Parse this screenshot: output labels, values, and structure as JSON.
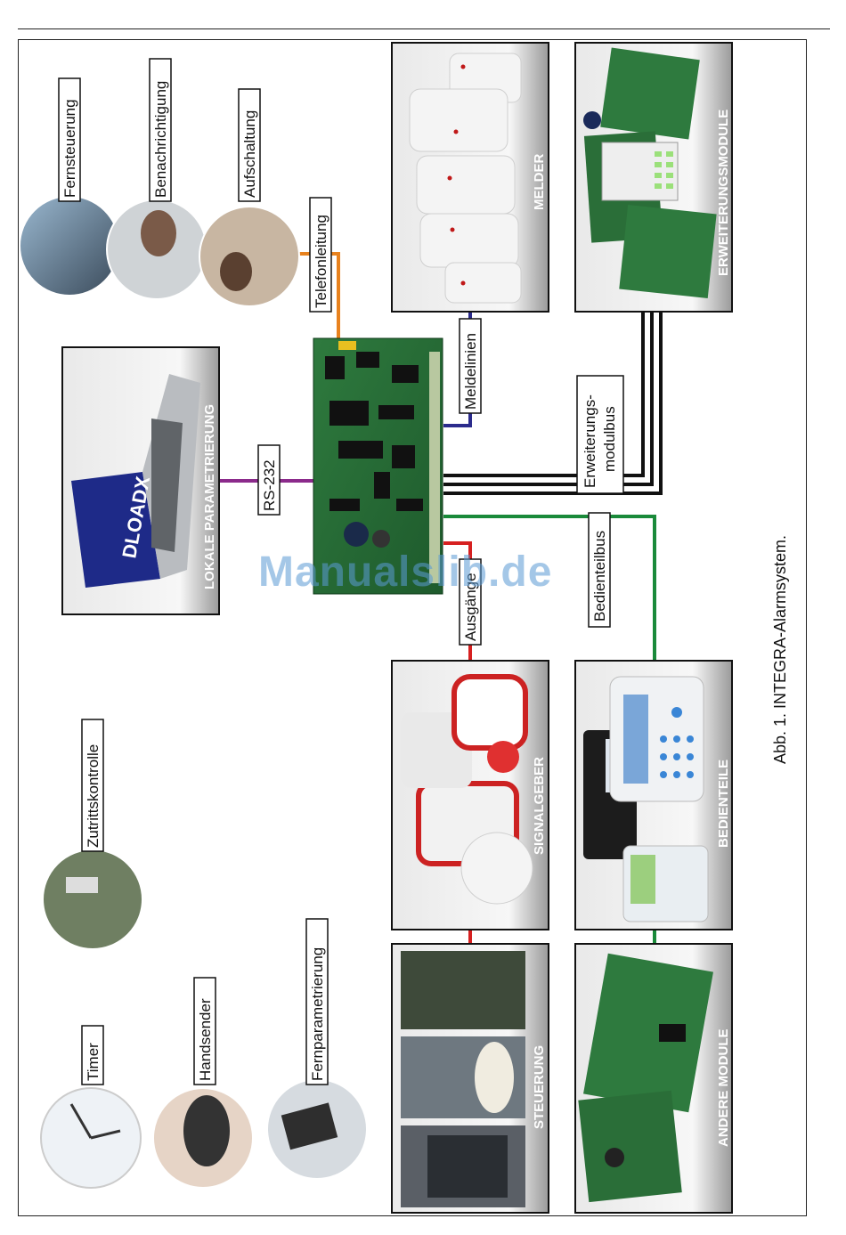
{
  "watermark": "Manualslib.de",
  "caption": "Abb. 1. INTEGRA-Alarmsystem.",
  "panels": {
    "lokale": "LOKALE PARAMETRIERUNG",
    "laptop_logo": "DLOADX",
    "melder": "MELDER",
    "erweiterungsmodule": "ERWEITERUNGSMODULE",
    "signalgeber": "SIGNALGEBER",
    "bedienteile": "BEDIENTEILE",
    "steuerung": "STEUERUNG",
    "andere_module": "ANDERE MODULE"
  },
  "connections": {
    "rs232": "RS-232",
    "telefonleitung": "Telefonleitung",
    "meldelinien": "Meldelinien",
    "erweiterungsbus_1": "Erweiterungs-",
    "erweiterungsbus_2": "modulbus",
    "bedienteilbus": "Bedienteilbus",
    "ausgaenge": "Ausgänge"
  },
  "services": {
    "fernsteuerung": "Fernsteuerung",
    "benachrichtigung": "Benachrichtigung",
    "aufschaltung": "Aufschaltung",
    "zutrittskontrolle": "Zutrittskontrolle",
    "timer": "Timer",
    "handsender": "Handsender",
    "fernparametrierung": "Fernparametrierung"
  },
  "colors": {
    "rs232": "#8b2a8b",
    "telefon": "#e8821e",
    "meldelinien": "#2b2b8c",
    "erweiterung": "#111111",
    "bedienteil": "#1a8a3a",
    "ausgaenge": "#d62020"
  }
}
